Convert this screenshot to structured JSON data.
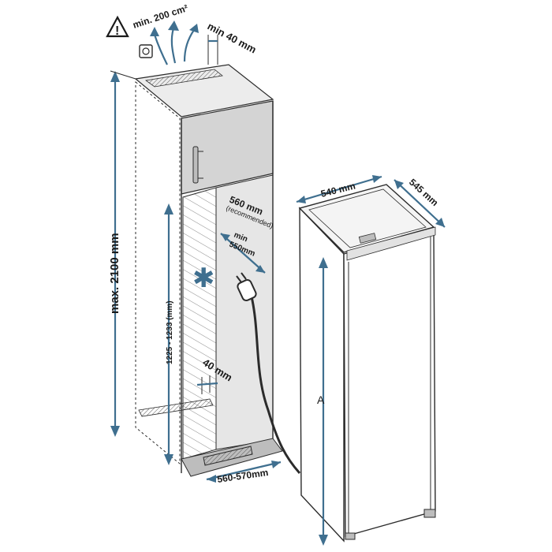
{
  "labels": {
    "vent_area": "min. 200 cm²",
    "gap_top": "min 40 mm",
    "height_max": "max. 2100 mm",
    "niche_depth_rec": "560 mm",
    "niche_depth_rec_note": "(recommended)",
    "niche_depth_min": "min",
    "niche_depth_min_value": "550mm",
    "niche_height": "1225 - 1233 (mm)",
    "gap_bottom": "40 mm",
    "niche_width": "560-570mm",
    "appliance_width": "540 mm",
    "appliance_depth": "545 mm",
    "appliance_height": "A"
  },
  "icons": {
    "warning": "warning-triangle-icon",
    "socket": "power-socket-icon",
    "plug": "power-plug-icon",
    "snowflake": "snowflake-icon"
  },
  "colors": {
    "dimension": "#3f6f8f",
    "cabinet_side": "#d9d9d9",
    "cabinet_panel": "#c8c8c8",
    "line": "#2b2b2b"
  }
}
